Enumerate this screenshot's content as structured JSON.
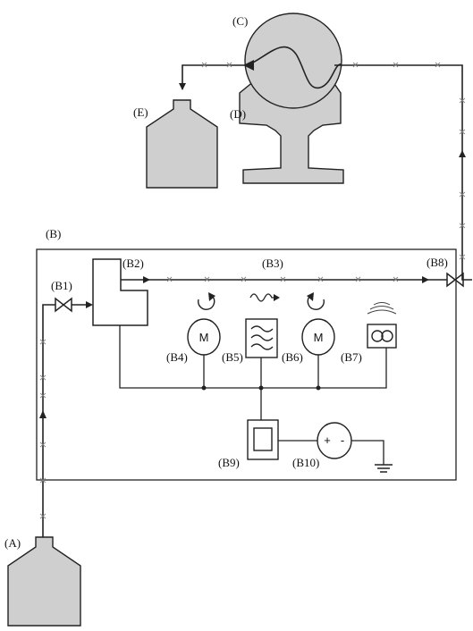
{
  "labels": {
    "A": "(A)",
    "B": "(B)",
    "B1": "(B1)",
    "B2": "(B2)",
    "B3": "(B3)",
    "B4": "(B4)",
    "B5": "(B5)",
    "B6": "(B6)",
    "B7": "(B7)",
    "B8": "(B8)",
    "B9": "(B9)",
    "B10": "(B10)",
    "C": "(C)",
    "D": "(D)",
    "E": "(E)"
  },
  "motor_symbol": "M",
  "battery_plus": "+",
  "battery_minus": "-",
  "colors": {
    "line": "#222222",
    "tank_fill": "#cfcfcf",
    "pipe_marker": "#888888"
  },
  "icons": [
    "valve-icon",
    "motor-icon",
    "wave-filter-icon",
    "speaker-icon",
    "ground-icon",
    "flow-arrow-icon",
    "rotation-arrow-icon"
  ]
}
